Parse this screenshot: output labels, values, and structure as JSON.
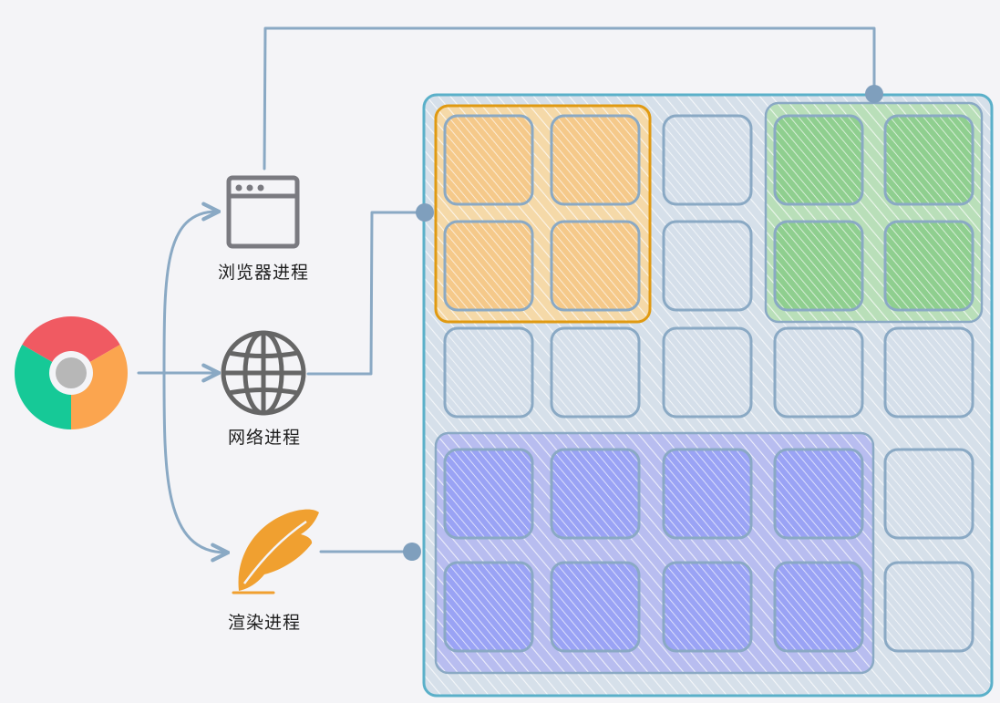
{
  "processes": {
    "browser": {
      "label": "浏览器进程",
      "icon": "browser-window-icon"
    },
    "network": {
      "label": "网络进程",
      "icon": "globe-icon"
    },
    "renderer": {
      "label": "渲染进程",
      "icon": "feather-icon"
    }
  },
  "app_icon": "chrome-logo-icon",
  "colors": {
    "line": "#8aa9c4",
    "memory_border": "#5ab0c9",
    "cell_border": "#8aa9c4",
    "cell_fill": "#d5dfea",
    "browser_group": "#f5c98a",
    "browser_group_border": "#e09a12",
    "gpu_group": "#8fcf8f",
    "renderer_group": "#9aa3f5",
    "feather": "#f0a030"
  },
  "memory_grid": {
    "columns": 5,
    "rows": 5,
    "groups": [
      {
        "name": "browser-process-memory",
        "cells": [
          [
            0,
            0
          ],
          [
            0,
            1
          ],
          [
            1,
            0
          ],
          [
            1,
            1
          ]
        ],
        "color_key": "browser_group"
      },
      {
        "name": "gpu-process-memory",
        "cells": [
          [
            0,
            3
          ],
          [
            0,
            4
          ],
          [
            1,
            3
          ],
          [
            1,
            4
          ]
        ],
        "color_key": "gpu_group"
      },
      {
        "name": "renderer-process-memory",
        "cells": [
          [
            3,
            0
          ],
          [
            3,
            1
          ],
          [
            3,
            2
          ],
          [
            3,
            3
          ],
          [
            4,
            0
          ],
          [
            4,
            1
          ],
          [
            4,
            2
          ],
          [
            4,
            3
          ]
        ],
        "color_key": "renderer_group"
      }
    ]
  }
}
